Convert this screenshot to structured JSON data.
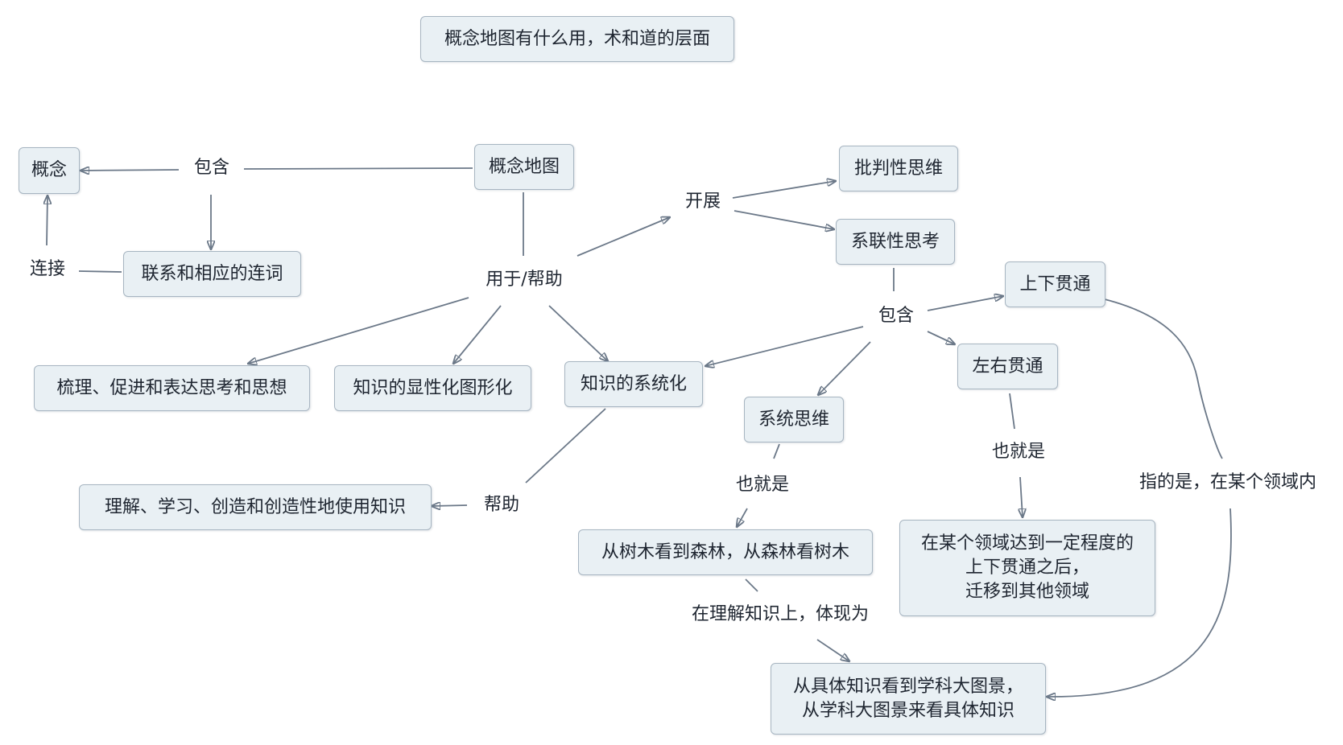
{
  "nodes": {
    "title": "概念地图有什么用，术和道的层面",
    "concept": "概念",
    "concept_map": "概念地图",
    "critical_thinking": "批判性思维",
    "connective_thinking": "系联性思考",
    "vertical_through": "上下贯通",
    "relations_words": "联系和相应的连词",
    "organize_thinking": "梳理、促进和表达思考和思想",
    "knowledge_visual": "知识的显性化图形化",
    "knowledge_system": "知识的系统化",
    "horizontal_through": "左右贯通",
    "systems_thinking": "系统思维",
    "understand_use": "理解、学习、创造和创造性地使用知识",
    "trees_forest": "从树木看到森林，从森林看树木",
    "transfer_domains": "在某个领域达到一定程度的\n上下贯通之后，\n迁移到其他领域",
    "big_picture": "从具体知识看到学科大图景，\n从学科大图景来看具体知识"
  },
  "links": {
    "contains_1": "包含",
    "connect": "连接",
    "used_for": "用于/帮助",
    "develop": "开展",
    "contains_2": "包含",
    "helps": "帮助",
    "that_is_1": "也就是",
    "that_is_2": "也就是",
    "refers_to": "指的是，在某个领域内",
    "in_understanding": "在理解知识上，体现为"
  }
}
